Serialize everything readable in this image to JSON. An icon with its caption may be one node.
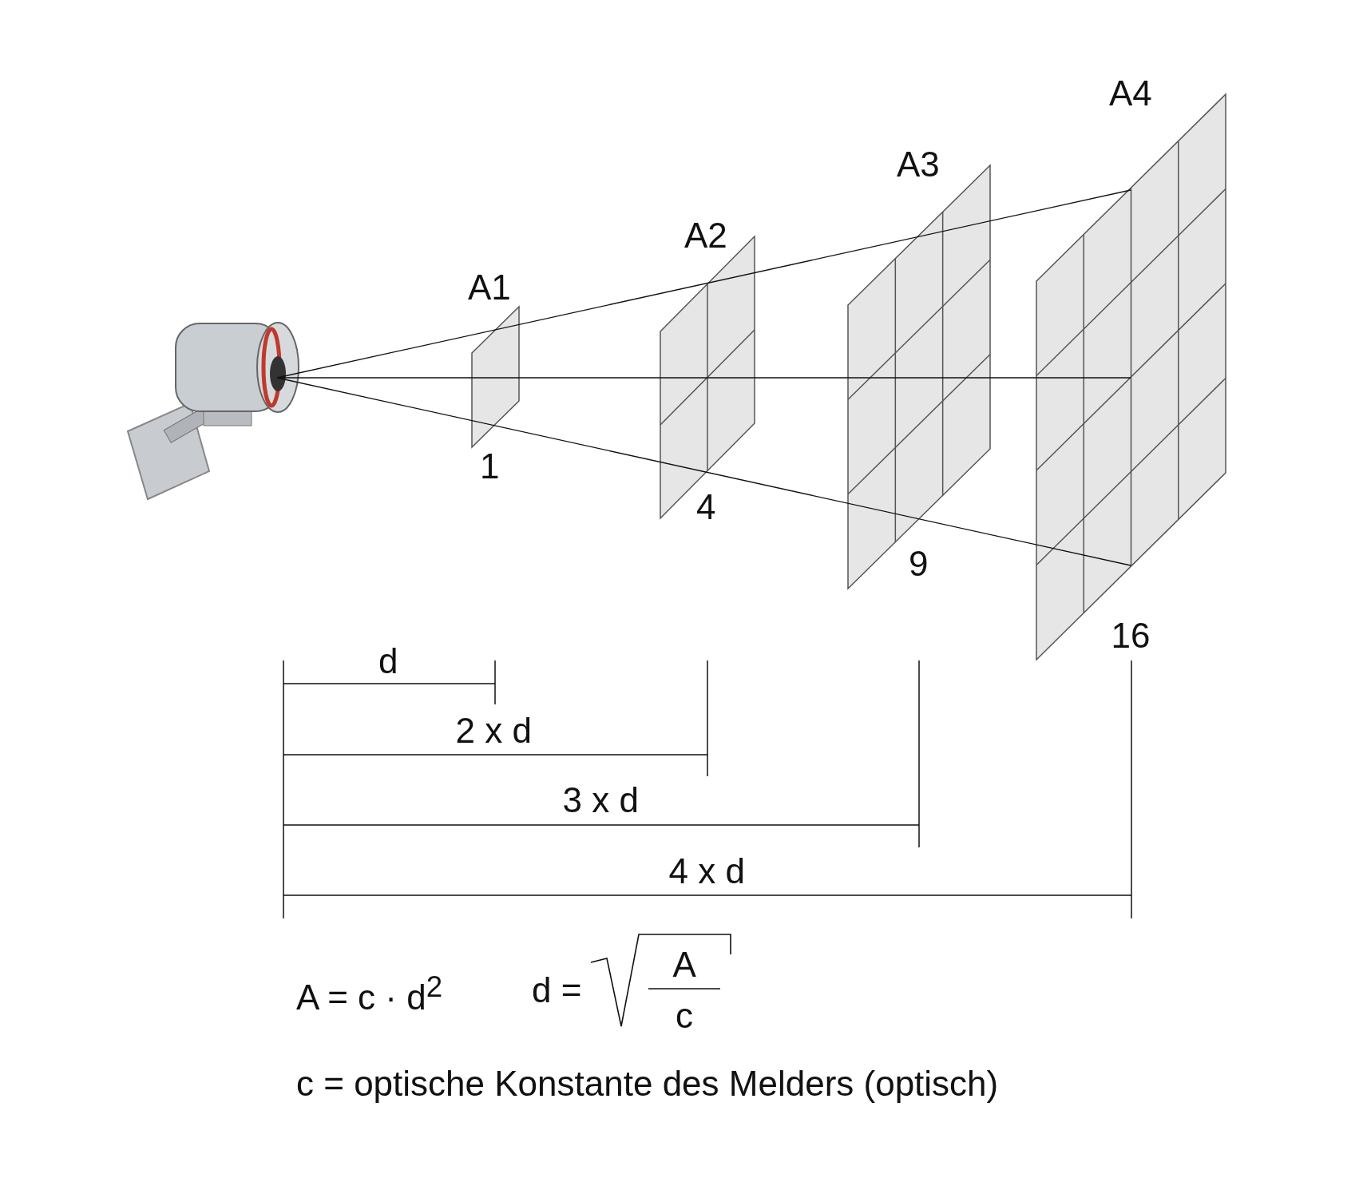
{
  "diagram": {
    "nodes": [
      {
        "text": [
          "A1"
        ],
        "beside": [
          "1"
        ]
      },
      {
        "text": [
          "A2"
        ],
        "beside": [
          "4"
        ]
      },
      {
        "text": [
          "A3"
        ],
        "beside": [
          "9"
        ]
      },
      {
        "text": [
          "A4"
        ],
        "beside": [
          "16"
        ]
      }
    ],
    "labels": [
      "d",
      "2 x d",
      "3 x d",
      "4 x d",
      "A = c · d$^{2}$",
      "d =",
      "A",
      "c",
      "c = optische Konstante des Melders (optisch)"
    ]
  }
}
